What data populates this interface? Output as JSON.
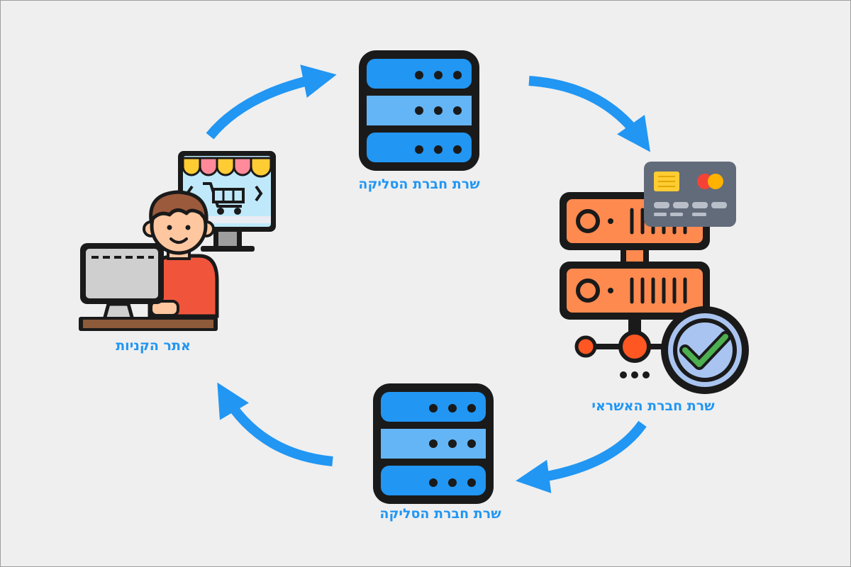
{
  "nodes": {
    "shop": {
      "label": "אתר הקניות",
      "icon": "online-shopper-icon"
    },
    "clearing_top": {
      "label": "שרת חברת הסליקה",
      "icon": "server-icon"
    },
    "credit": {
      "label": "שרת חברת האשראי",
      "icon": "credit-card-server-icon"
    },
    "clearing_bottom": {
      "label": "שרת חברת הסליקה",
      "icon": "server-icon"
    }
  },
  "colors": {
    "label": "#2196f3",
    "arrow": "#2196f3",
    "server_blue": "#2196f3",
    "server_light": "#64b5f6",
    "server_orange": "#ff8a50",
    "outline": "#1a1a1a",
    "check_bg": "#a9c4f0",
    "check": "#4caf50",
    "background": "#efefef"
  }
}
